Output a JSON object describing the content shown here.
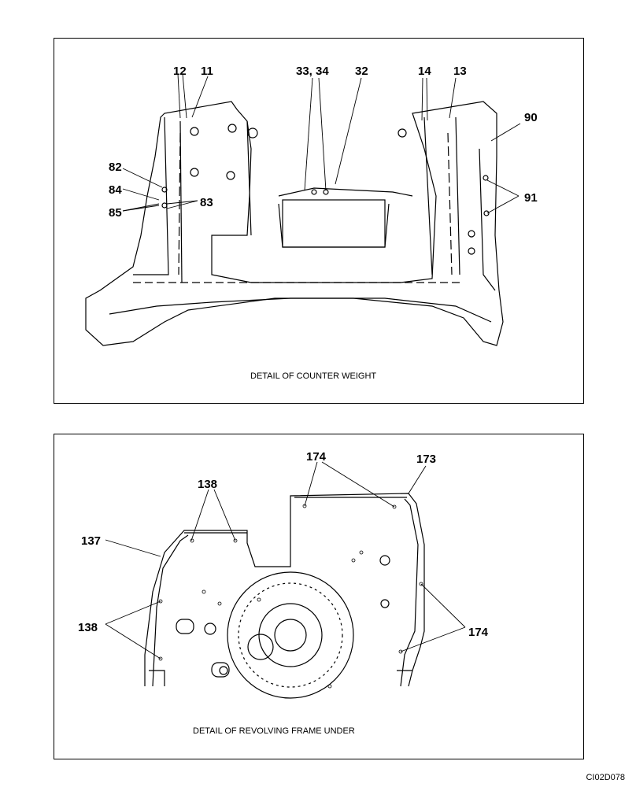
{
  "detail_top": {
    "caption": "DETAIL OF COUNTER WEIGHT",
    "callouts": {
      "c12": "12",
      "c11": "11",
      "c33_34": "33, 34",
      "c32": "32",
      "c14": "14",
      "c13": "13",
      "c90": "90",
      "c82": "82",
      "c84": "84",
      "c85": "85",
      "c83": "83",
      "c91": "91"
    }
  },
  "detail_bottom": {
    "caption": "DETAIL OF REVOLVING FRAME UNDER",
    "callouts": {
      "c174_top": "174",
      "c173": "173",
      "c138_top": "138",
      "c137": "137",
      "c138_left": "138",
      "c174_right": "174"
    }
  },
  "reference_code": "CI02D078"
}
